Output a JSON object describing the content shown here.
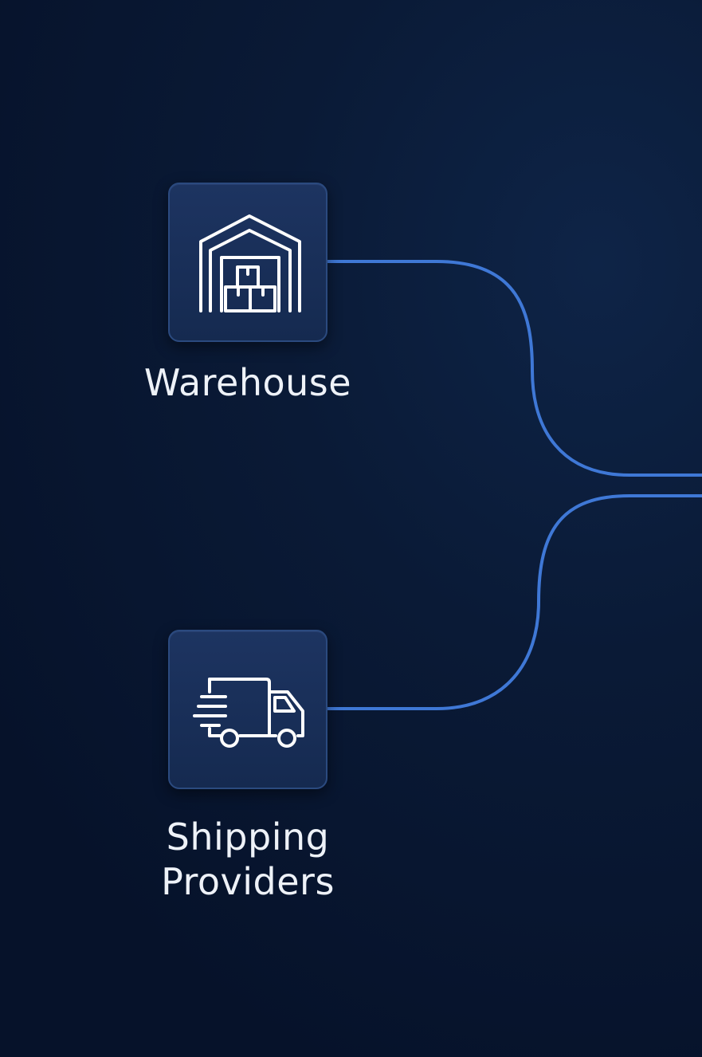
{
  "nodes": {
    "warehouse": {
      "label": "Warehouse",
      "icon": "warehouse-icon"
    },
    "shipping": {
      "label_line1": "Shipping",
      "label_line2": "Providers",
      "icon": "delivery-truck-icon"
    }
  },
  "colors": {
    "background": "#0a1a36",
    "tile_fill": "#1a305a",
    "tile_border": "#2b4a7f",
    "connector": "#3f78d6",
    "icon_stroke": "#ffffff",
    "label_text": "#eef2f8"
  }
}
